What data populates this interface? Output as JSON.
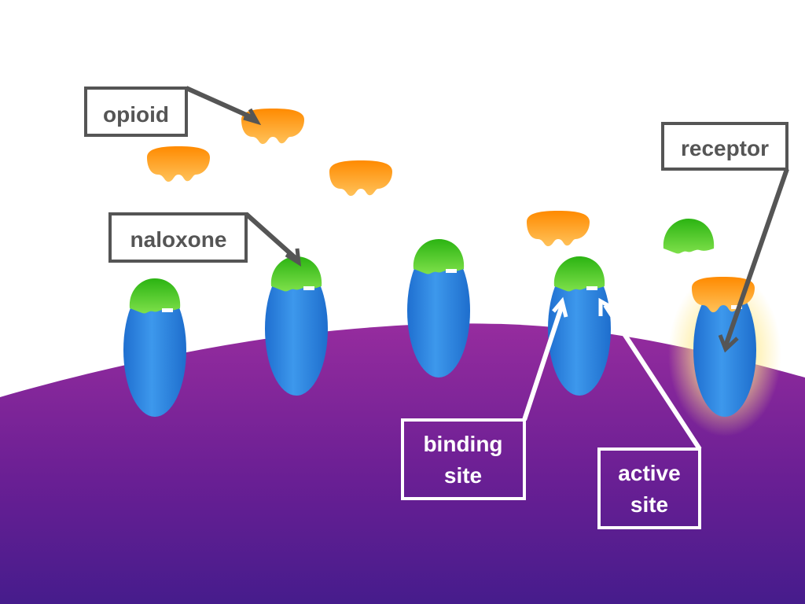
{
  "labels": {
    "opioid": "opioid",
    "naloxone": "naloxone",
    "receptor": "receptor",
    "binding_site_line1": "binding",
    "binding_site_line2": "site",
    "active_site_line1": "active",
    "active_site_line2": "site"
  },
  "colors": {
    "background": "#ffffff",
    "membrane_top": "#8e2a9c",
    "membrane_bottom": "#4a1d8e",
    "receptor": "#2f86dd",
    "opioid": "#ff9a1a",
    "naloxone": "#3ec61e",
    "label_dark": "#555555",
    "label_light": "#ffffff",
    "glow": "#ffe98a"
  }
}
